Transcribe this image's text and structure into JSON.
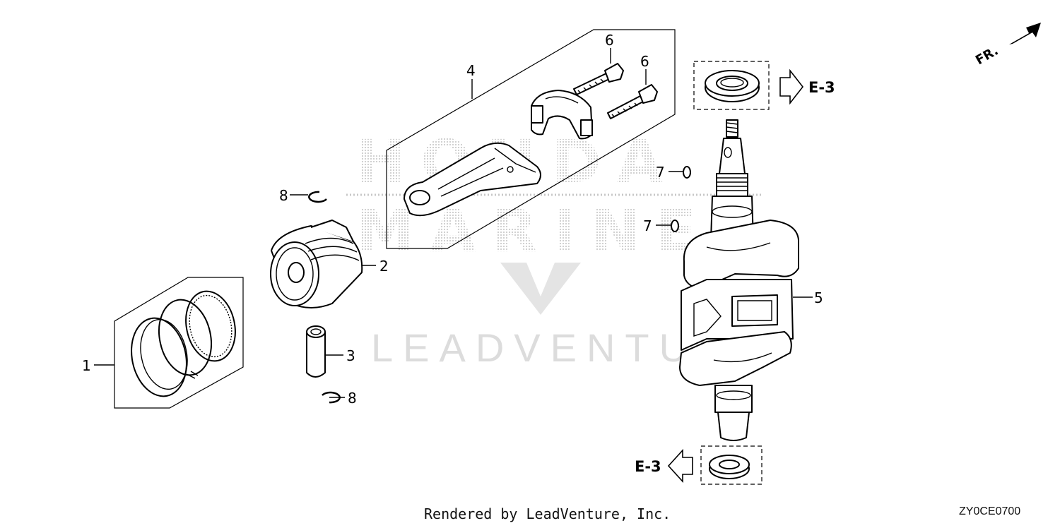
{
  "callouts": [
    {
      "id": "1",
      "label": "1"
    },
    {
      "id": "2",
      "label": "2"
    },
    {
      "id": "3",
      "label": "3"
    },
    {
      "id": "4",
      "label": "4"
    },
    {
      "id": "5",
      "label": "5"
    },
    {
      "id": "6a",
      "label": "6"
    },
    {
      "id": "6b",
      "label": "6"
    },
    {
      "id": "7a",
      "label": "7"
    },
    {
      "id": "7b",
      "label": "7"
    },
    {
      "id": "8a",
      "label": "8"
    },
    {
      "id": "8b",
      "label": "8"
    }
  ],
  "references": {
    "top": "E-3",
    "bottom": "E-3"
  },
  "direction_label": "FR.",
  "watermark": {
    "brand_line1": "HONDA",
    "brand_line2": "MARINE",
    "lead": "LEADVENTURE"
  },
  "footer": {
    "rendered_by": "Rendered by LeadVenture, Inc.",
    "diagram_code": "ZY0CE0700"
  }
}
